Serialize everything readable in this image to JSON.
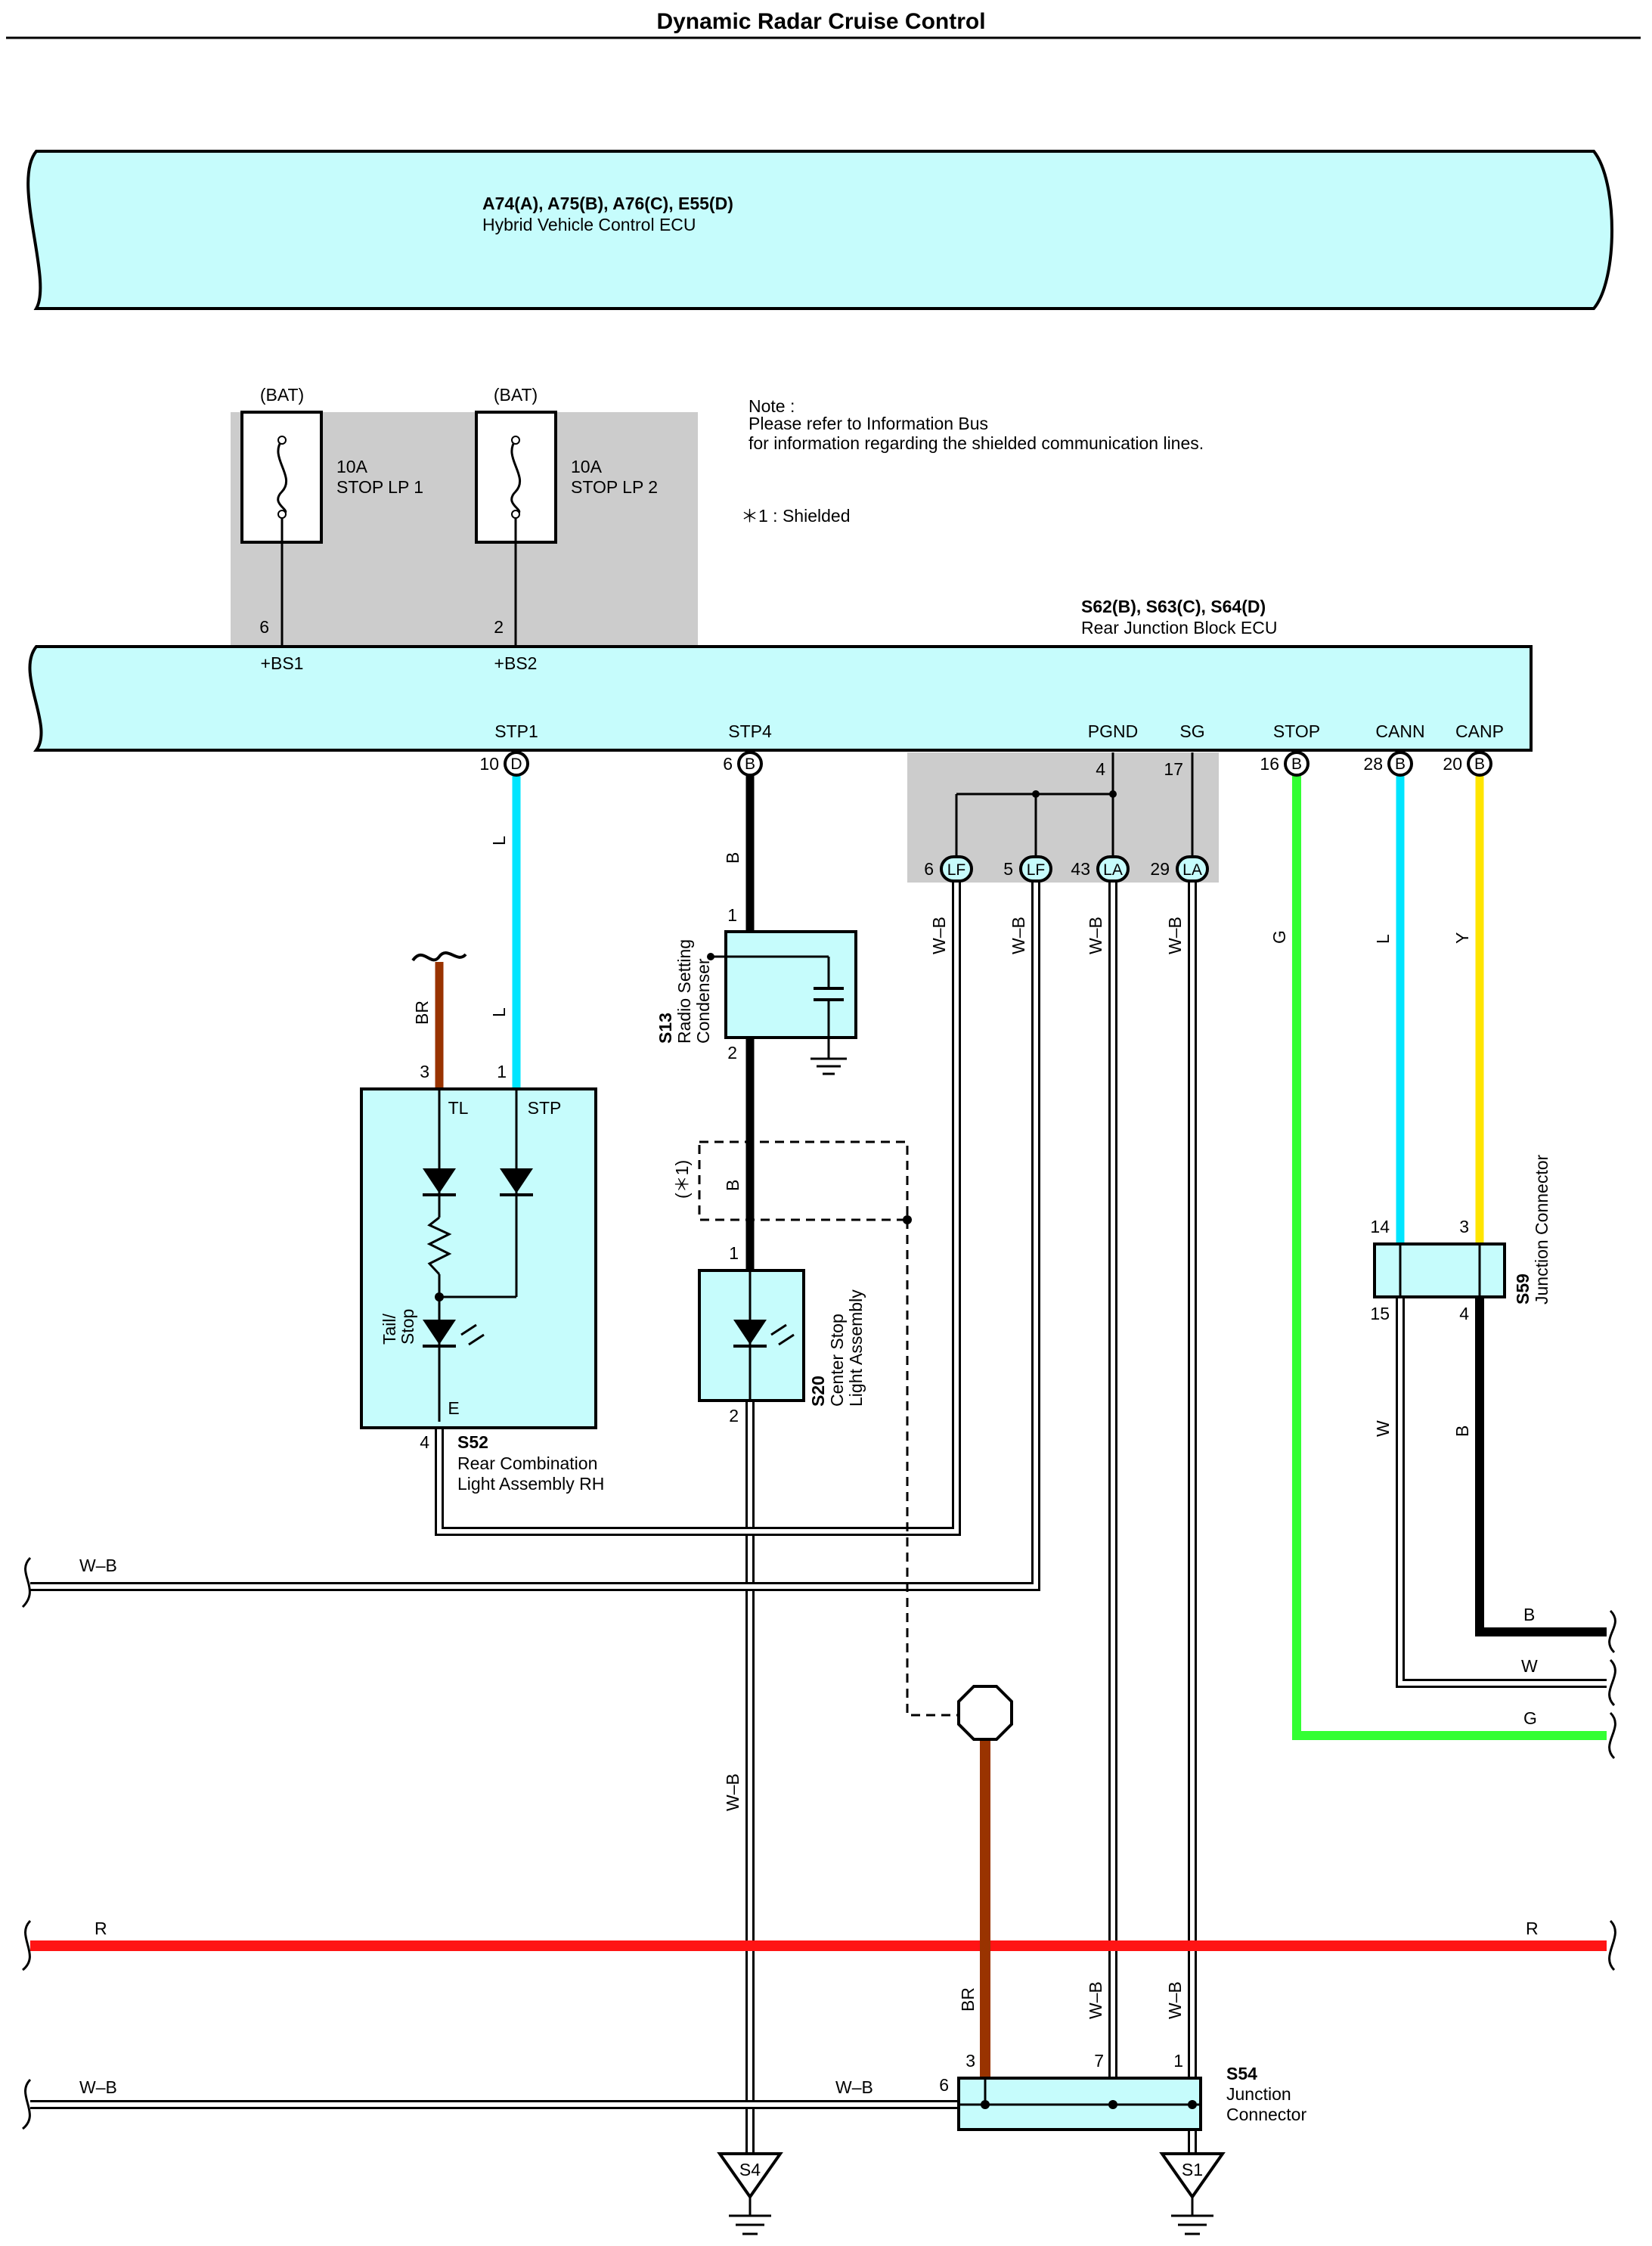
{
  "title": "Dynamic Radar Cruise Control",
  "colors": {
    "ecu_fill": "#c6fcfc",
    "shade": "#cccccc",
    "wire_L": "#00e5ff",
    "wire_Y": "#ffe500",
    "wire_G": "#33ff33",
    "wire_R": "#ff1414",
    "wire_BR": "#993300",
    "wire_B": "#000000"
  },
  "hv_ecu": {
    "code": "A74(A), A75(B), A76(C), E55(D)",
    "name": "Hybrid Vehicle Control ECU"
  },
  "fuses": [
    {
      "source": "(BAT)",
      "rating": "10A",
      "name": "STOP LP 1",
      "pin": "6",
      "terminal": "+BS1"
    },
    {
      "source": "(BAT)",
      "rating": "10A",
      "name": "STOP LP 2",
      "pin": "2",
      "terminal": "+BS2"
    }
  ],
  "note": {
    "l1": "Note :",
    "l2": "Please refer to Information Bus",
    "l3": "for information regarding the shielded communication lines.",
    "l4": "＊1 : Shielded"
  },
  "rj_ecu": {
    "code": "S62(B), S63(C), S64(D)",
    "name": "Rear Junction Block ECU",
    "pins": [
      {
        "name": "STP1",
        "num": "10",
        "conn": "D"
      },
      {
        "name": "STP4",
        "num": "6",
        "conn": "B"
      },
      {
        "name": "PGND",
        "num": "4",
        "conn": ""
      },
      {
        "name": "SG",
        "num": "17",
        "conn": ""
      },
      {
        "name": "STOP",
        "num": "16",
        "conn": "B"
      },
      {
        "name": "CANN",
        "num": "28",
        "conn": "B"
      },
      {
        "name": "CANP",
        "num": "20",
        "conn": "B"
      }
    ]
  },
  "grounds": [
    {
      "num": "6",
      "code": "LF"
    },
    {
      "num": "5",
      "code": "LF"
    },
    {
      "num": "43",
      "code": "LA"
    },
    {
      "num": "29",
      "code": "LA"
    }
  ],
  "wire_labels": {
    "L": "L",
    "B": "B",
    "WB": "W–B",
    "G": "G",
    "Y": "Y",
    "BR": "BR",
    "W": "W",
    "R": "R",
    "shield": "(＊1)"
  },
  "pin_numbers": {
    "s13_1": "1",
    "s13_2": "2",
    "s20_1": "1",
    "s20_2": "2",
    "s52_3": "3",
    "s52_1": "1",
    "s52_4": "4",
    "s59_14": "14",
    "s59_3": "3",
    "s59_15": "15",
    "s59_4": "4",
    "s54_3": "3",
    "s54_7": "7",
    "s54_1": "1",
    "s54_6": "6"
  },
  "s13": {
    "code": "S13",
    "l1": "Radio Setting",
    "l2": "Condenser"
  },
  "s20": {
    "code": "S20",
    "l1": "Center Stop",
    "l2": "Light Assembly"
  },
  "s52": {
    "code": "S52",
    "l1": "Rear Combination",
    "l2": "Light Assembly RH",
    "tl": "TL",
    "stp": "STP",
    "e": "E",
    "lamp1": "Tail/",
    "lamp2": "Stop"
  },
  "s59": {
    "code": "S59",
    "name": "Junction Connector"
  },
  "s54": {
    "code": "S54",
    "l1": "Junction",
    "l2": "Connector"
  },
  "ground_points": [
    "S4",
    "S1"
  ]
}
